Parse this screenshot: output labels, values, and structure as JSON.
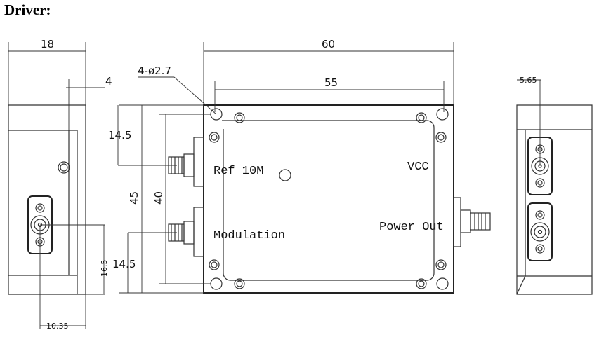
{
  "title": "Driver:",
  "side_view": {
    "width_dim": "18",
    "offset_dim": "4",
    "height_dim": "16.5",
    "horiz_dim": "10.35"
  },
  "top_view": {
    "hole_callout": "4-ø2.7",
    "outer_width": "60",
    "hole_spacing": "55",
    "outer_height": "45",
    "hole_vspacing": "40",
    "upper_offset": "14.5",
    "lower_offset": "14.5",
    "label_ref": "Ref 10M",
    "label_vcc": "VCC",
    "label_mod": "Modulation",
    "label_out": "Power Out"
  },
  "end_view": {
    "dim": "5.65"
  }
}
